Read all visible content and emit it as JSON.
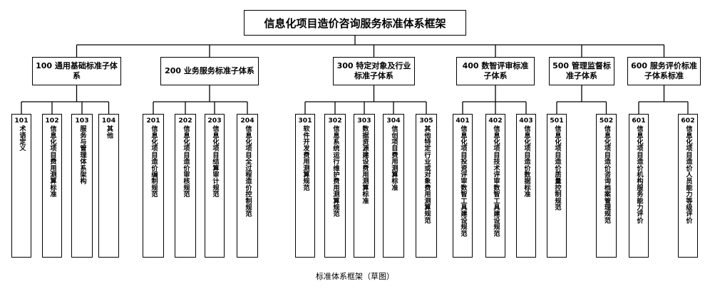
{
  "title": "信息化项目造价咨询服务标准体系框架",
  "caption": "标准体系框架（草图）",
  "categories": [
    {
      "label": "100 通用基础标准子体系",
      "children": [
        {
          "code": "101",
          "text": "术语定义"
        },
        {
          "code": "102",
          "text": "信息化项目费用测算标准"
        },
        {
          "code": "103",
          "text": "服务与管理体系架构"
        },
        {
          "code": "104",
          "text": "其他"
        }
      ]
    },
    {
      "label": "200 业务服务标准子体系",
      "children": [
        {
          "code": "201",
          "text": "信息化项目造价编制规范"
        },
        {
          "code": "202",
          "text": "信息化项目造价审核规范"
        },
        {
          "code": "203",
          "text": "信息化项目结算审计规范"
        },
        {
          "code": "204",
          "text": "信息化项目全过程造价控制规范"
        }
      ]
    },
    {
      "label": "300 特定对象及行业标准子体系",
      "children": [
        {
          "code": "301",
          "text": "软件开发费用测算规范"
        },
        {
          "code": "302",
          "text": "信息系统运行维护费用测算规范"
        },
        {
          "code": "303",
          "text": "数据资源建设费用测算标准"
        },
        {
          "code": "304",
          "text": "信创项目费用测算标准"
        },
        {
          "code": "305",
          "text": "其他特定行业或对象费用测算规范"
        }
      ]
    },
    {
      "label": "400 数智评审标准子体系",
      "children": [
        {
          "code": "401",
          "text": "信息化项目投资评审数智工具建设规范"
        },
        {
          "code": "402",
          "text": "信息化项目技术评审数智工具建设规范"
        },
        {
          "code": "403",
          "text": "信息化项目造价数据标准"
        }
      ]
    },
    {
      "label": "500 管理监督标准子体系",
      "children": [
        {
          "code": "501",
          "text": "信息化项目造价质量控制规范"
        },
        {
          "code": "502",
          "text": "信息化项目造价咨询档案管理规范"
        }
      ]
    },
    {
      "label": "600 服务评价标准子体系标准",
      "children": [
        {
          "code": "601",
          "text": "信息化项目造价机构服务能力评价"
        },
        {
          "code": "602",
          "text": "信息化项目造价人员能力等级评价"
        }
      ]
    }
  ]
}
